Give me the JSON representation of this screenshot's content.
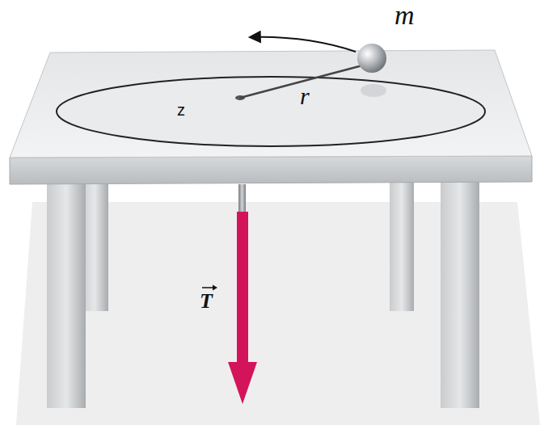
{
  "diagram": {
    "labels": [
      "m",
      "r",
      "z",
      "T"
    ]
  }
}
